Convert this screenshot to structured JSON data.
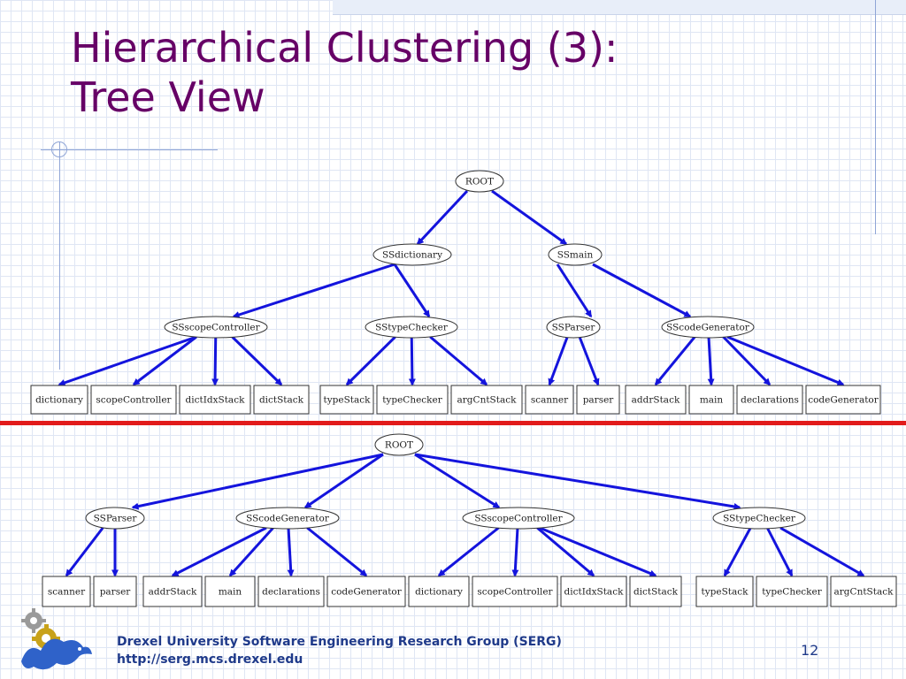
{
  "slide": {
    "title_line1": "Hierarchical Clustering (3):",
    "title_line2": "Tree View",
    "footer_line1": "Drexel University Software Engineering Research Group (SERG)",
    "footer_line2": "http://serg.mcs.drexel.edu",
    "page_number": "12"
  },
  "colors": {
    "title": "#660066",
    "footer": "#1f3a8a",
    "edge": "#1414dd",
    "divider": "#e21b1b"
  },
  "trees": [
    {
      "root": "ROOT",
      "clusters": [
        {
          "label": "SSdictionary",
          "children": [
            {
              "label": "SSscopeController",
              "leaves": [
                "dictionary",
                "scopeController",
                "dictIdxStack",
                "dictStack"
              ]
            },
            {
              "label": "SStypeChecker",
              "leaves": [
                "typeStack",
                "typeChecker",
                "argCntStack"
              ]
            }
          ]
        },
        {
          "label": "SSmain",
          "children": [
            {
              "label": "SSParser",
              "leaves": [
                "scanner",
                "parser"
              ]
            },
            {
              "label": "SScodeGenerator",
              "leaves": [
                "addrStack",
                "main",
                "declarations",
                "codeGenerator"
              ]
            }
          ]
        }
      ]
    },
    {
      "root": "ROOT",
      "clusters": [
        {
          "label": "SSParser",
          "leaves": [
            "scanner",
            "parser"
          ]
        },
        {
          "label": "SScodeGenerator",
          "leaves": [
            "addrStack",
            "main",
            "declarations",
            "codeGenerator"
          ]
        },
        {
          "label": "SSscopeController",
          "leaves": [
            "dictionary",
            "scopeController",
            "dictIdxStack",
            "dictStack"
          ]
        },
        {
          "label": "SStypeChecker",
          "leaves": [
            "typeStack",
            "typeChecker",
            "argCntStack"
          ]
        }
      ]
    }
  ]
}
